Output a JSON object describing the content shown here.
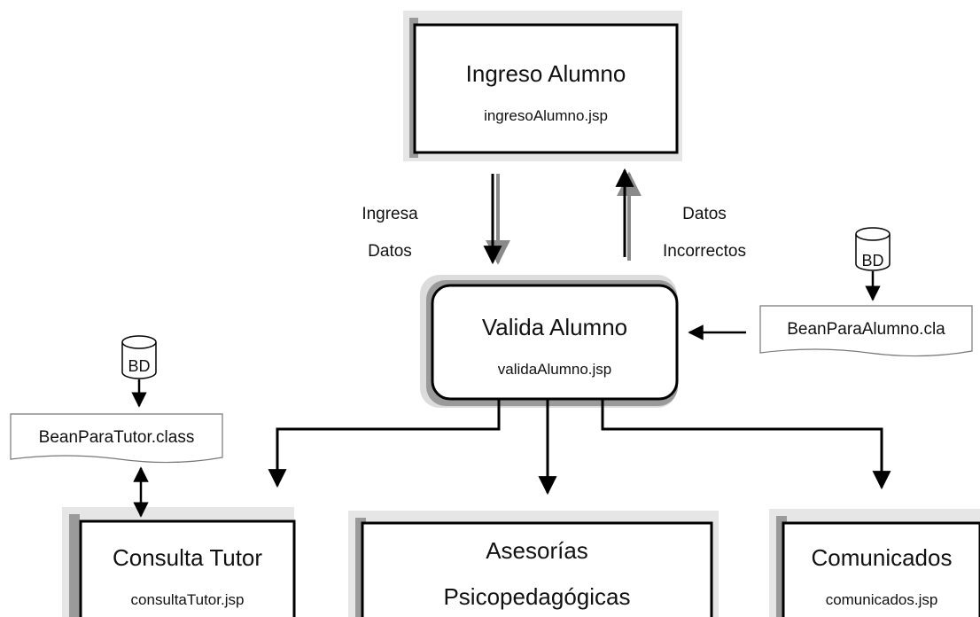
{
  "nodes": {
    "ingreso_alumno": {
      "title": "Ingreso Alumno",
      "file": "ingresoAlumno.jsp"
    },
    "valida_alumno": {
      "title": "Valida Alumno",
      "file": "validaAlumno.jsp"
    },
    "consulta_tutor": {
      "title": "Consulta Tutor",
      "file": "consultaTutor.jsp"
    },
    "asesorias": {
      "title_line1": "Asesorías",
      "title_line2": "Psicopedagógicas"
    },
    "comunicados": {
      "title": "Comunicados",
      "file": "comunicados.jsp"
    }
  },
  "edge_labels": {
    "ingresa_line1": "Ingresa",
    "ingresa_line2": "Datos",
    "datos_line1": "Datos",
    "datos_line2": "Incorrectos"
  },
  "databases": {
    "right": {
      "label": "BD"
    },
    "left": {
      "label": "BD"
    }
  },
  "documents": {
    "bean_alumno": {
      "label": "BeanParaAlumno.cla"
    },
    "bean_tutor": {
      "label": "BeanParaTutor.class"
    }
  }
}
